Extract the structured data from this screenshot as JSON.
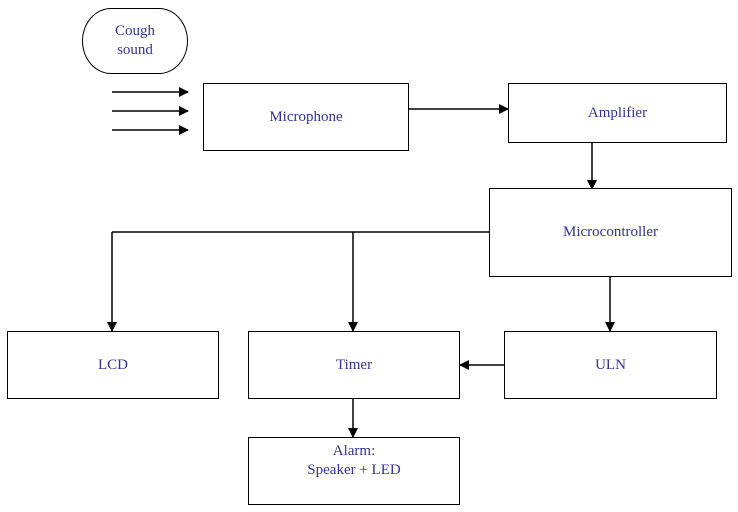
{
  "diagram": {
    "type": "block-diagram",
    "title": "",
    "nodes": [
      {
        "id": "cough",
        "lines": [
          "Cough",
          "sound"
        ],
        "shape": "terminal"
      },
      {
        "id": "microphone",
        "lines": [
          "Microphone"
        ],
        "shape": "rect"
      },
      {
        "id": "amplifier",
        "lines": [
          "Amplifier"
        ],
        "shape": "rect"
      },
      {
        "id": "microcontroller",
        "lines": [
          "Microcontroller"
        ],
        "shape": "rect"
      },
      {
        "id": "lcd",
        "lines": [
          "LCD"
        ],
        "shape": "rect"
      },
      {
        "id": "timer",
        "lines": [
          "Timer"
        ],
        "shape": "rect"
      },
      {
        "id": "uln",
        "lines": [
          "ULN"
        ],
        "shape": "rect"
      },
      {
        "id": "alarm",
        "lines": [
          "Alarm:",
          "Speaker + LED"
        ],
        "shape": "rect"
      }
    ],
    "edges": [
      {
        "from": "cough",
        "to": "microphone",
        "style": "triple-arrow"
      },
      {
        "from": "microphone",
        "to": "amplifier"
      },
      {
        "from": "amplifier",
        "to": "microcontroller"
      },
      {
        "from": "microcontroller",
        "to": "lcd"
      },
      {
        "from": "microcontroller",
        "to": "timer"
      },
      {
        "from": "microcontroller",
        "to": "uln"
      },
      {
        "from": "uln",
        "to": "timer"
      },
      {
        "from": "timer",
        "to": "alarm"
      }
    ]
  },
  "labels": {
    "cough_line1": "Cough",
    "cough_line2": "sound",
    "microphone": "Microphone",
    "amplifier": "Amplifier",
    "microcontroller": "Microcontroller",
    "lcd": "LCD",
    "timer": "Timer",
    "uln": "ULN",
    "alarm_line1": "Alarm:",
    "alarm_line2": "Speaker + LED"
  },
  "colors": {
    "text": "#333399",
    "line": "#000000"
  }
}
